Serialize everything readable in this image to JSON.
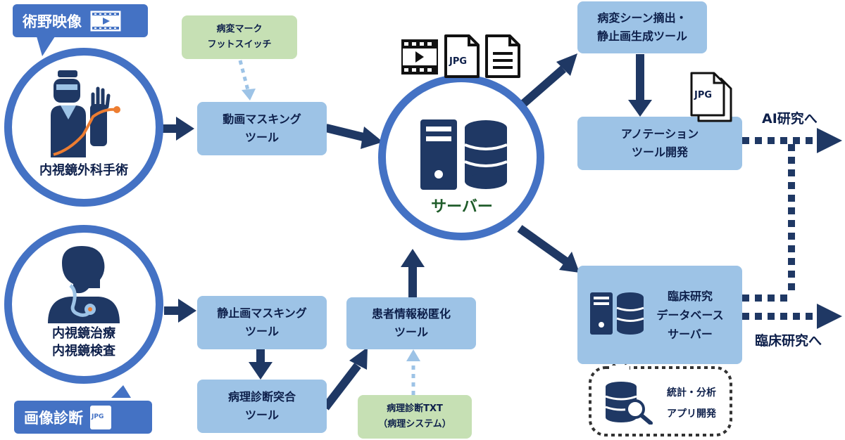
{
  "tags": {
    "surgical_video": "術野映像",
    "image_diagnosis": "画像診断"
  },
  "circles": {
    "endoscopic_surgery": "内視鏡外科手術",
    "endoscopic_treatment": [
      "内視鏡治療",
      "内視鏡検査"
    ],
    "server": "サーバー"
  },
  "boxes": {
    "foot_switch": [
      "病変マーク",
      "フットスイッチ"
    ],
    "video_masking": [
      "動画マスキング",
      "ツール"
    ],
    "still_masking": [
      "静止画マスキング",
      "ツール"
    ],
    "pathology_match": [
      "病理診断突合",
      "ツール"
    ],
    "patient_anonymize": [
      "患者情報秘匿化",
      "ツール"
    ],
    "pathology_txt": [
      "病理診断TXT",
      "（病理システム）"
    ],
    "scene_extract": [
      "病変シーン摘出・",
      "静止画生成ツール"
    ],
    "annotation": [
      "アノテーション",
      "ツール開発"
    ],
    "clinical_db": [
      "臨床研究",
      "データベース",
      "サーバー"
    ]
  },
  "stats": [
    "統計・分析",
    "アプリ開発"
  ],
  "outputs": {
    "ai": "AI研究へ",
    "clinical": "臨床研究へ"
  },
  "icons": {
    "jpg": "JPG"
  },
  "colors": {
    "navy": "#1f3864",
    "ring": "#4472c4",
    "box": "#9dc3e6",
    "green_box": "#c6e0b4",
    "dotted": "#9dc3e6"
  }
}
